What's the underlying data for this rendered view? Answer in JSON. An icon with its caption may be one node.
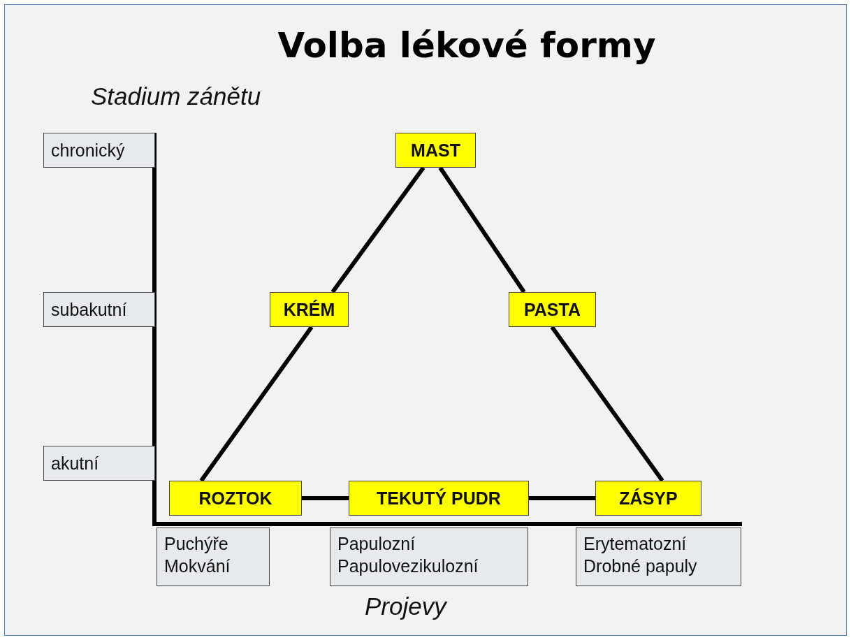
{
  "diagram": {
    "title": "Volba lékové formy",
    "nodes": [
      {
        "text": [
          "chronický"
        ]
      },
      {
        "text": [
          "MAST"
        ]
      },
      {
        "text": [
          "subakutní"
        ]
      },
      {
        "text": [
          "KRÉM"
        ]
      },
      {
        "text": [
          "PASTA"
        ]
      },
      {
        "text": [
          "akutní"
        ]
      },
      {
        "text": [
          "ROZTOK"
        ]
      },
      {
        "text": [
          "TEKUTÝ PUDR"
        ]
      },
      {
        "text": [
          "ZÁSYP"
        ]
      },
      {
        "text": [
          "Puchýře Mokvání"
        ]
      },
      {
        "text": [
          "Papulozní Papulovezikulozní"
        ]
      },
      {
        "text": [
          "Erytematozní Drobné papuly"
        ]
      }
    ],
    "edges": [
      {
        "from": 1,
        "to": 3,
        "arrow": "none"
      },
      {
        "from": 3,
        "to": 6,
        "arrow": "none"
      },
      {
        "from": 1,
        "to": 4,
        "arrow": "none"
      },
      {
        "from": 4,
        "to": 8,
        "arrow": "none"
      },
      {
        "from": 6,
        "to": 7,
        "arrow": "none"
      },
      {
        "from": 7,
        "to": 8,
        "arrow": "none"
      }
    ],
    "labels": [
      "Stadium zánětu",
      "Projevy"
    ]
  }
}
